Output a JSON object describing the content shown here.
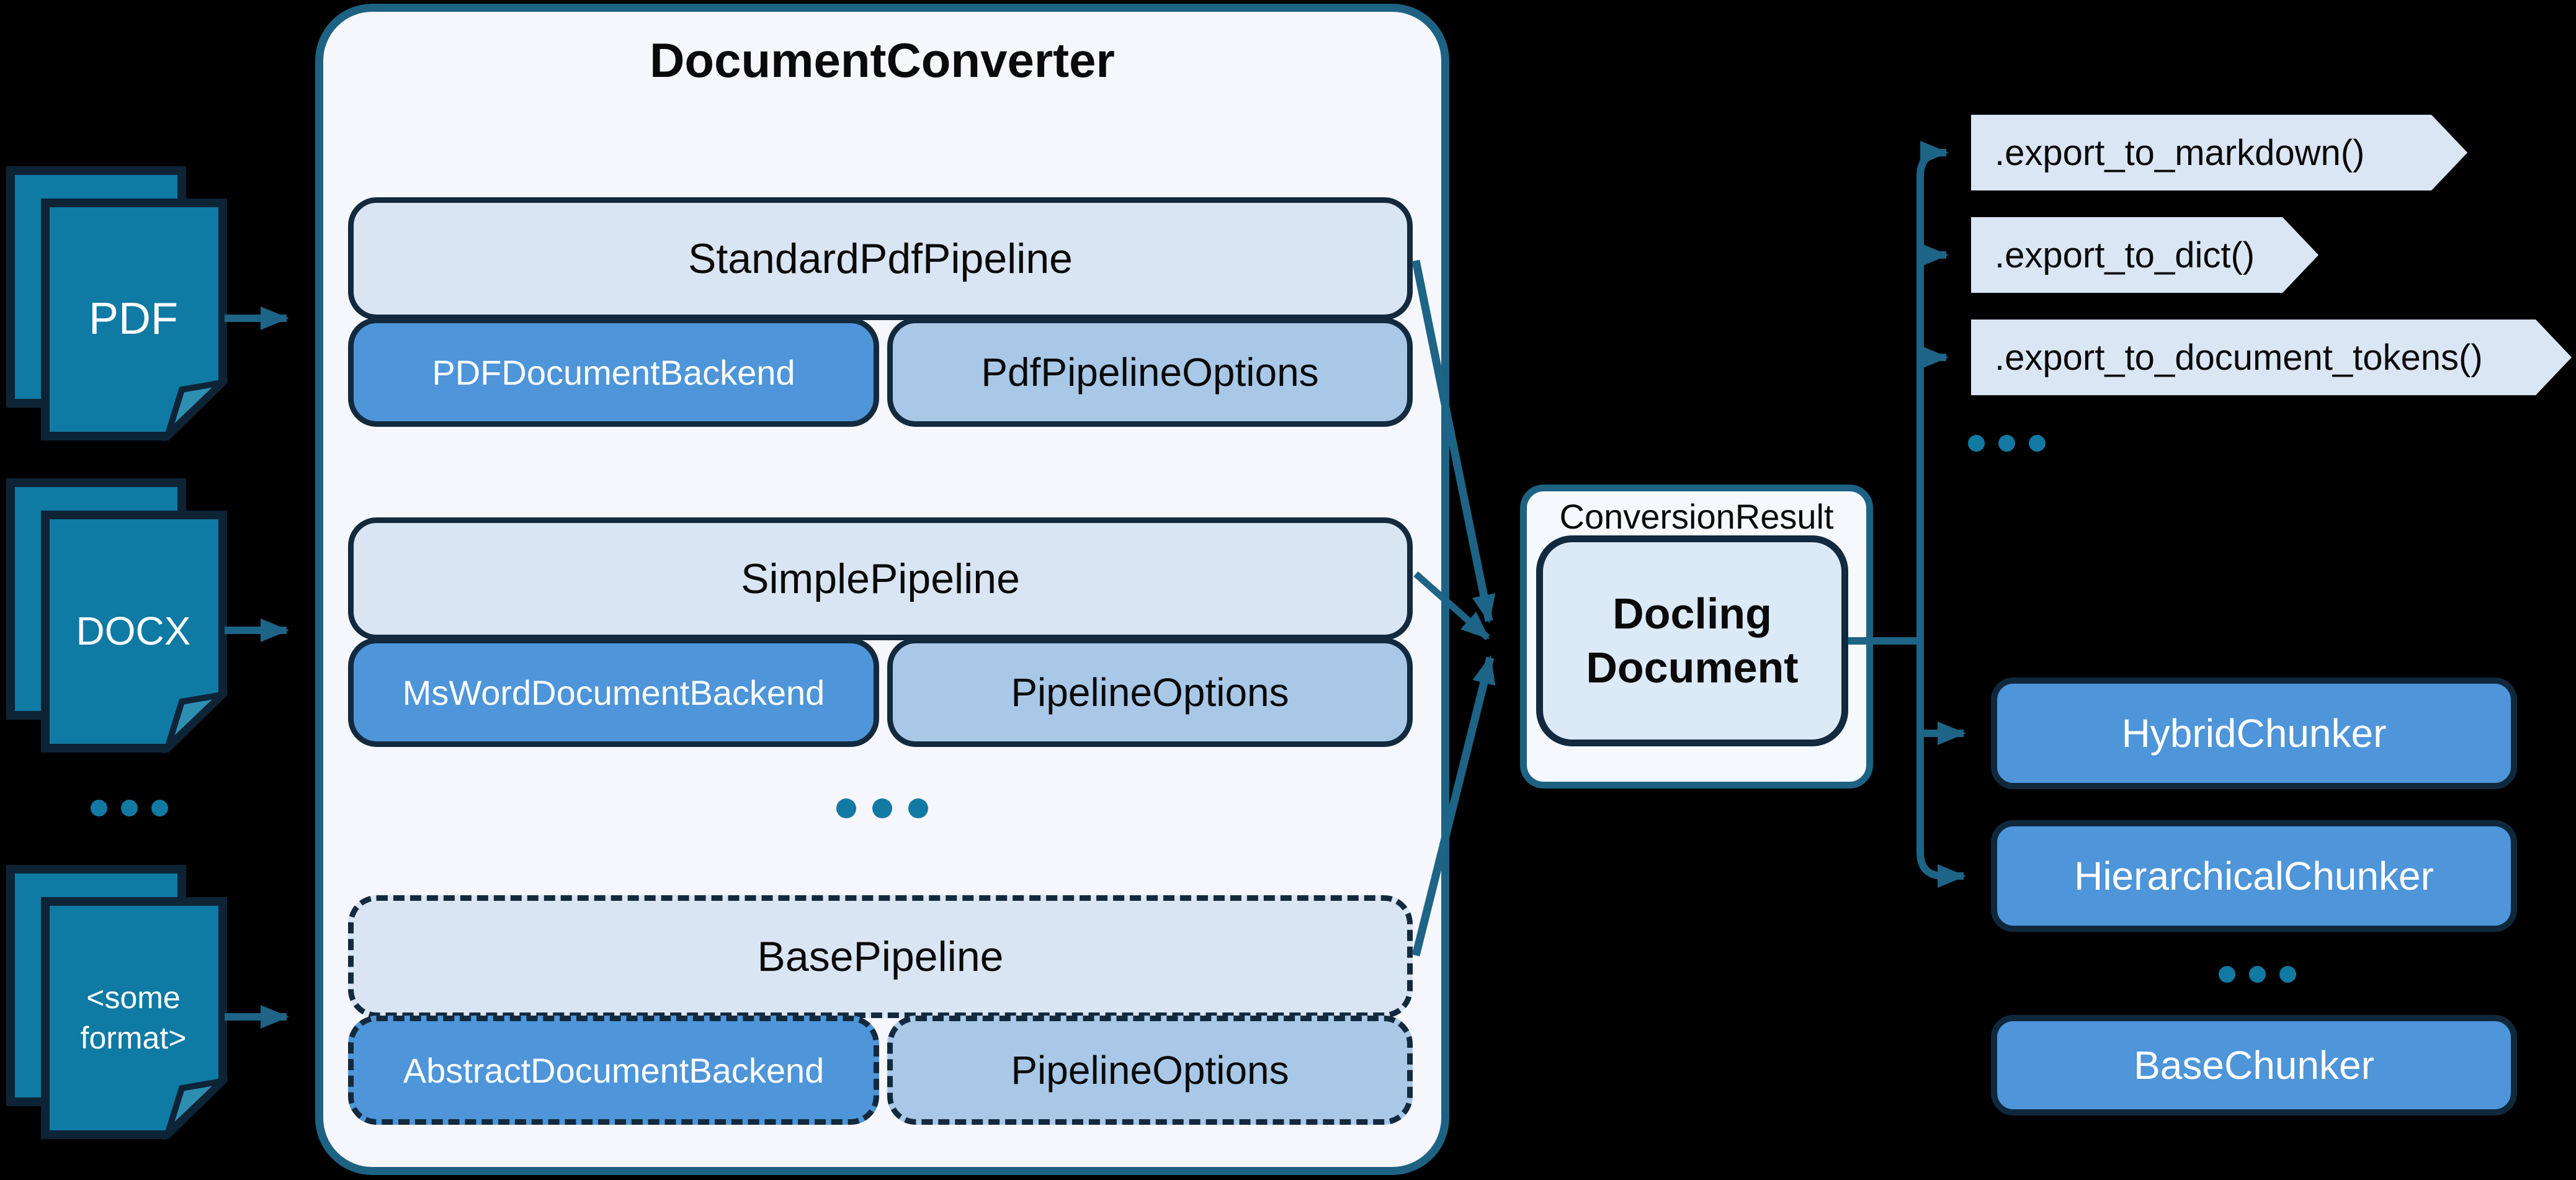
{
  "colors": {
    "background": "#000000",
    "converter_fill": "#F5F7FC",
    "converter_border": "#1D6283",
    "light_box_fill": "#D9E5F3",
    "dark_border": "#13293D",
    "backend_fill": "#4E95D9",
    "options_fill": "#A9C8E8",
    "doc_icon_fill": "#0F7AA3",
    "doc_icon_border": "#0D2436",
    "arrow": "#1D6486",
    "ellipsis_dot": "#1279A3",
    "docling_fill": "#DCE9F7",
    "pennant_fill": "#DAE6F4"
  },
  "sources": {
    "items": [
      {
        "label": "PDF"
      },
      {
        "label": "DOCX"
      },
      {
        "label": "<some format>"
      }
    ],
    "ellipsis": "..."
  },
  "converter": {
    "title": "DocumentConverter",
    "pipelines": [
      {
        "title": "StandardPdfPipeline",
        "backend": "PDFDocumentBackend",
        "options": "PdfPipelineOptions"
      },
      {
        "title": "SimplePipeline",
        "backend": "MsWordDocumentBackend",
        "options": "PipelineOptions"
      },
      {
        "title": "BasePipeline",
        "backend": "AbstractDocumentBackend",
        "options": "PipelineOptions"
      }
    ],
    "ellipsis": "..."
  },
  "result": {
    "label": "ConversionResult",
    "document_line1": "Docling",
    "document_line2": "Document"
  },
  "exports": {
    "items": [
      {
        "label": ".export_to_markdown()"
      },
      {
        "label": ".export_to_dict()"
      },
      {
        "label": ".export_to_document_tokens()"
      }
    ],
    "ellipsis": "..."
  },
  "chunkers": {
    "items": [
      {
        "label": "HybridChunker"
      },
      {
        "label": "HierarchicalChunker"
      }
    ],
    "ellipsis": "...",
    "base": {
      "label": "BaseChunker"
    }
  }
}
